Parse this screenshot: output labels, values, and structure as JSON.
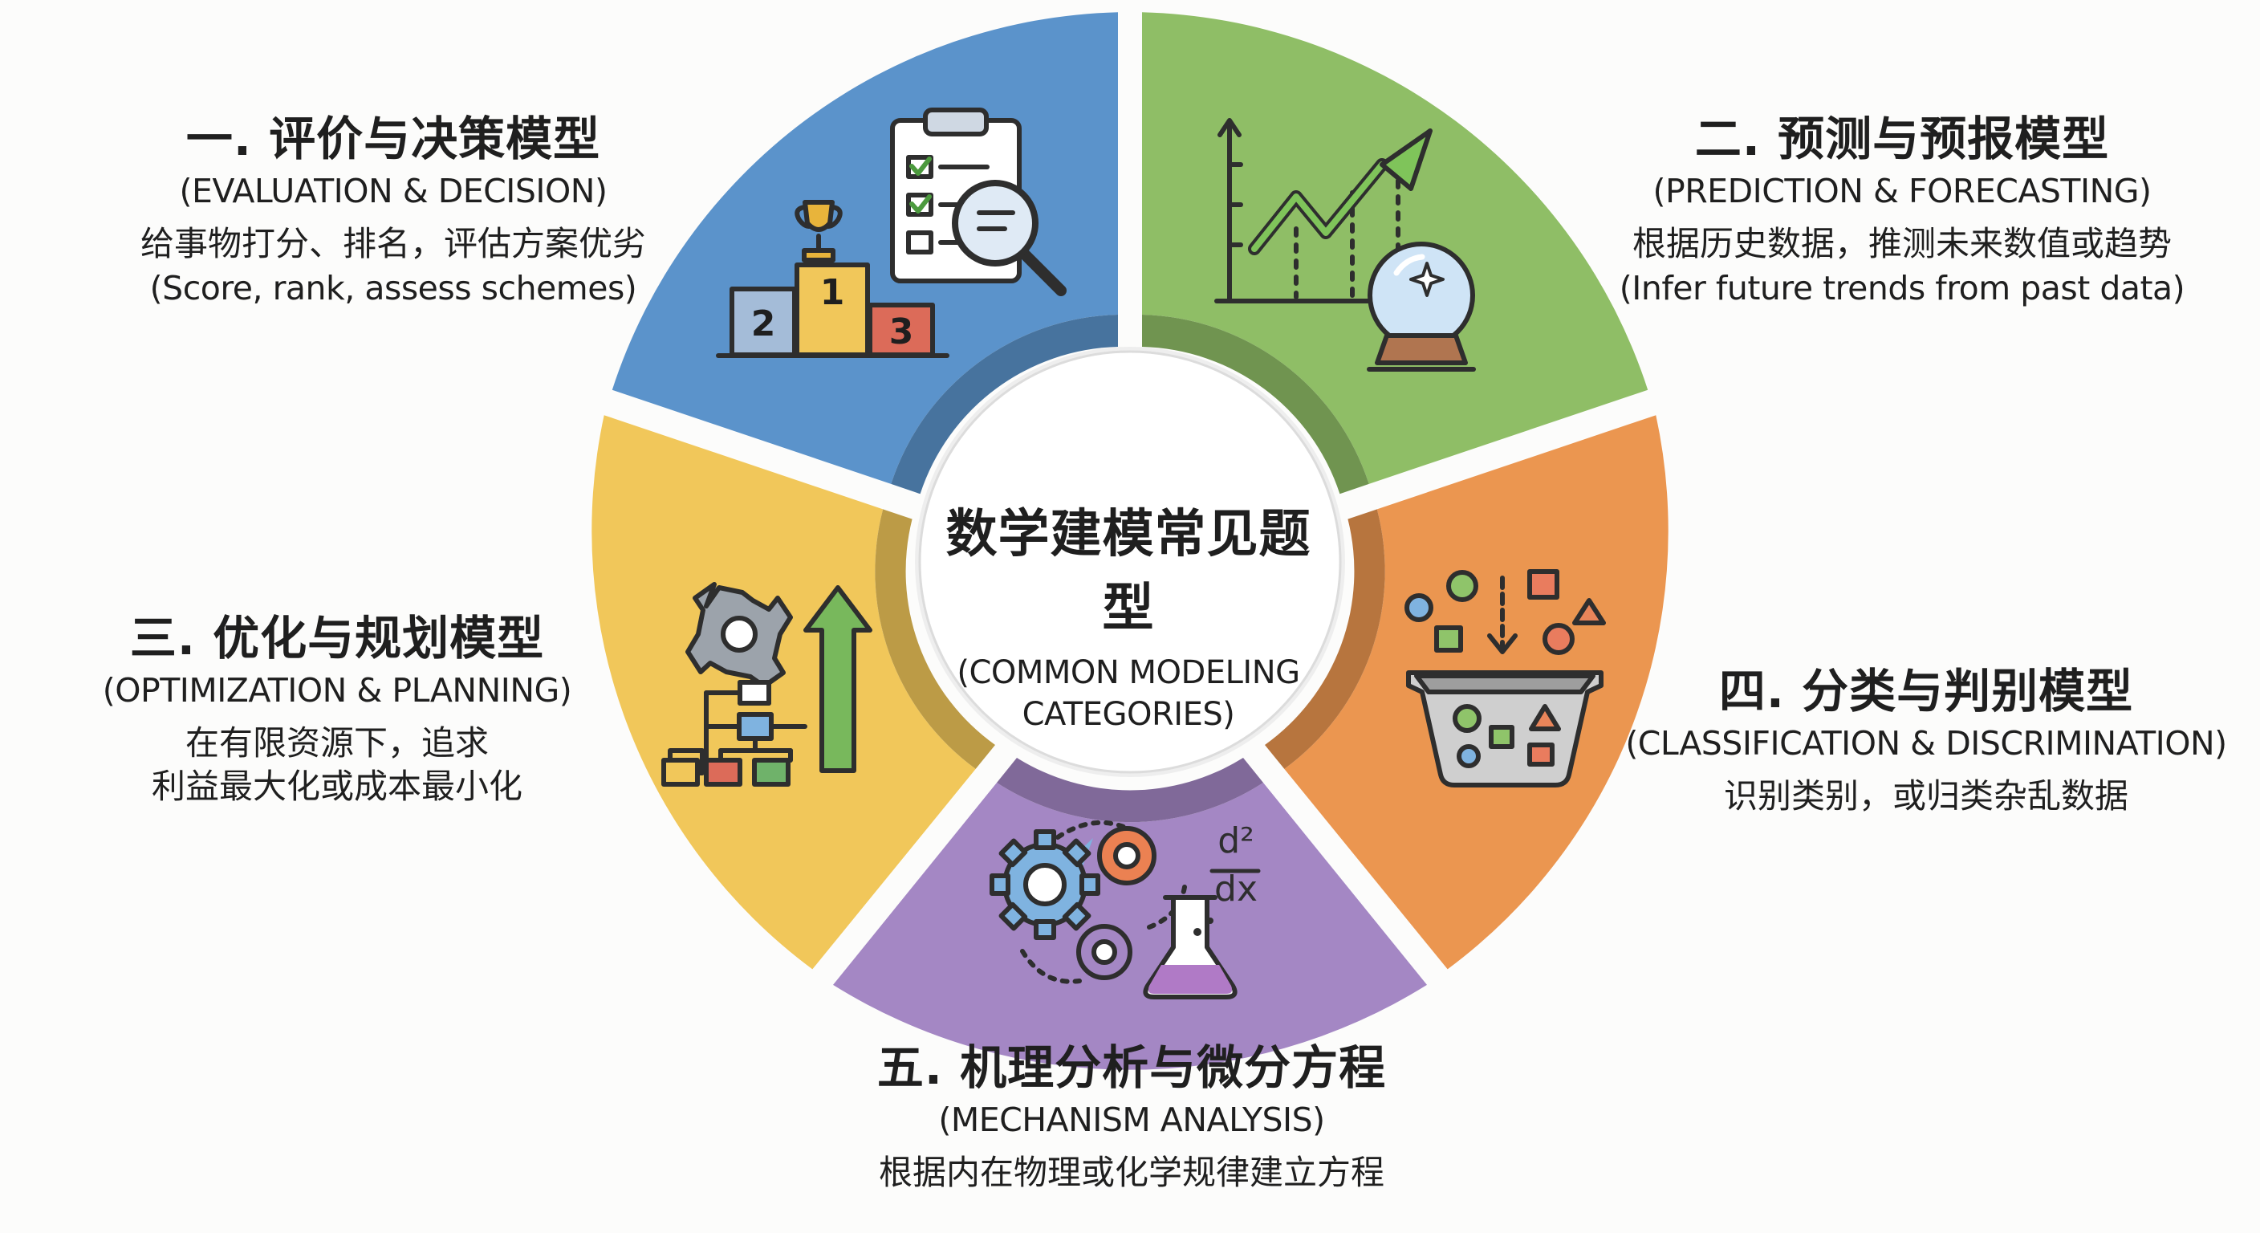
{
  "center": {
    "title": "数学建模常见题型",
    "subtitle_line1": "(COMMON MODELING",
    "subtitle_line2": "CATEGORIES)"
  },
  "categories": [
    {
      "title": "一. 评价与决策模型",
      "en": "(EVALUATION & DECISION)",
      "desc": "给事物打分、排名，评估方案优劣",
      "desc_en": "(Score, rank, assess schemes)",
      "color": "#5b93cb",
      "icon": "podium-trophy-checklist-magnifier-icon",
      "podium_labels": [
        "2",
        "1",
        "3"
      ]
    },
    {
      "title": "二. 预测与预报模型",
      "en": "(PREDICTION & FORECASTING)",
      "desc": "根据历史数据，推测未来数值或趋势",
      "desc_en": "(Infer future trends from past data)",
      "color": "#8fbe66",
      "icon": "trend-chart-crystal-ball-icon"
    },
    {
      "title": "三. 优化与规划模型",
      "en": "(OPTIMIZATION & PLANNING)",
      "desc_line1": "在有限资源下，追求",
      "desc_line2": "利益最大化或成本最小化",
      "color": "#f1c75a",
      "icon": "gear-flowchart-arrow-icon"
    },
    {
      "title": "四. 分类与判别模型",
      "en": "(CLASSIFICATION & DISCRIMINATION)",
      "desc": "识别类别，或归类杂乱数据",
      "color": "#eb9650",
      "icon": "shapes-sorting-basket-icon"
    },
    {
      "title": "五. 机理分析与微分方程",
      "en": "(MECHANISM ANALYSIS)",
      "desc": "根据内在物理或化学规律建立方程",
      "color": "#a487c4",
      "icon": "gears-flask-derivative-icon",
      "formula_top": "d²",
      "formula_bottom": "dx"
    }
  ]
}
